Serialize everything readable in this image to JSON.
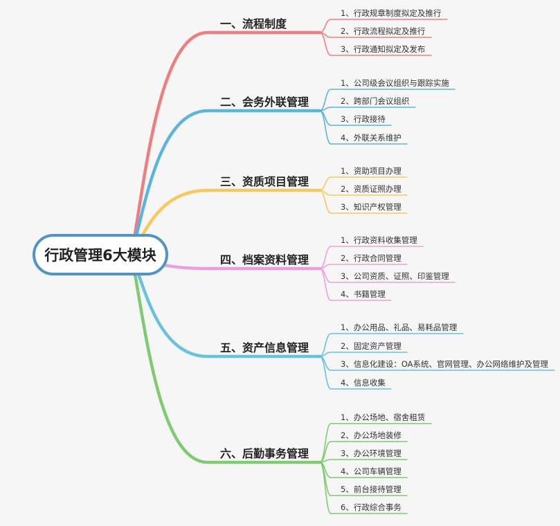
{
  "root": {
    "label": "行政管理6大模块",
    "border_color": "#4f94c8"
  },
  "branches": [
    {
      "label": "一、流程制度",
      "color": "#f07d7d",
      "items": [
        "1、行政规章制度拟定及推行",
        "2、行政流程拟定及推行",
        "3、行政通知拟定及发布"
      ]
    },
    {
      "label": "二、会务外联管理",
      "color": "#5ab4e0",
      "items": [
        "1、公司级会议组织与跟踪实施",
        "2、跨部门会议组织",
        "3、行政接待",
        "4、外联关系维护"
      ]
    },
    {
      "label": "三、资质项目管理",
      "color": "#f7c85c",
      "items": [
        "1、资助项目办理",
        "2、资质证照办理",
        "3、知识产权管理"
      ]
    },
    {
      "label": "四、档案资料管理",
      "color": "#e9a0dc",
      "items": [
        "1、行政资料收集管理",
        "2、行政合同管理",
        "3、公司资质、证照、印鉴管理",
        "4、书籍管理"
      ]
    },
    {
      "label": "五、资产信息管理",
      "color": "#66c2de",
      "items": [
        "1、办公用品、礼品、易耗品管理",
        "2、固定资产管理",
        "3、信息化建设：OA系统、官网管理、办公网络维护及管理",
        "4、信息收集"
      ]
    },
    {
      "label": "六、后勤事务管理",
      "color": "#7dcc6e",
      "items": [
        "1、办公场地、宿舍租赁",
        "2、办公场地装修",
        "3、办公环境管理",
        "4、公司车辆管理",
        "5、前台接待管理",
        "6、行政综合事务"
      ]
    }
  ]
}
